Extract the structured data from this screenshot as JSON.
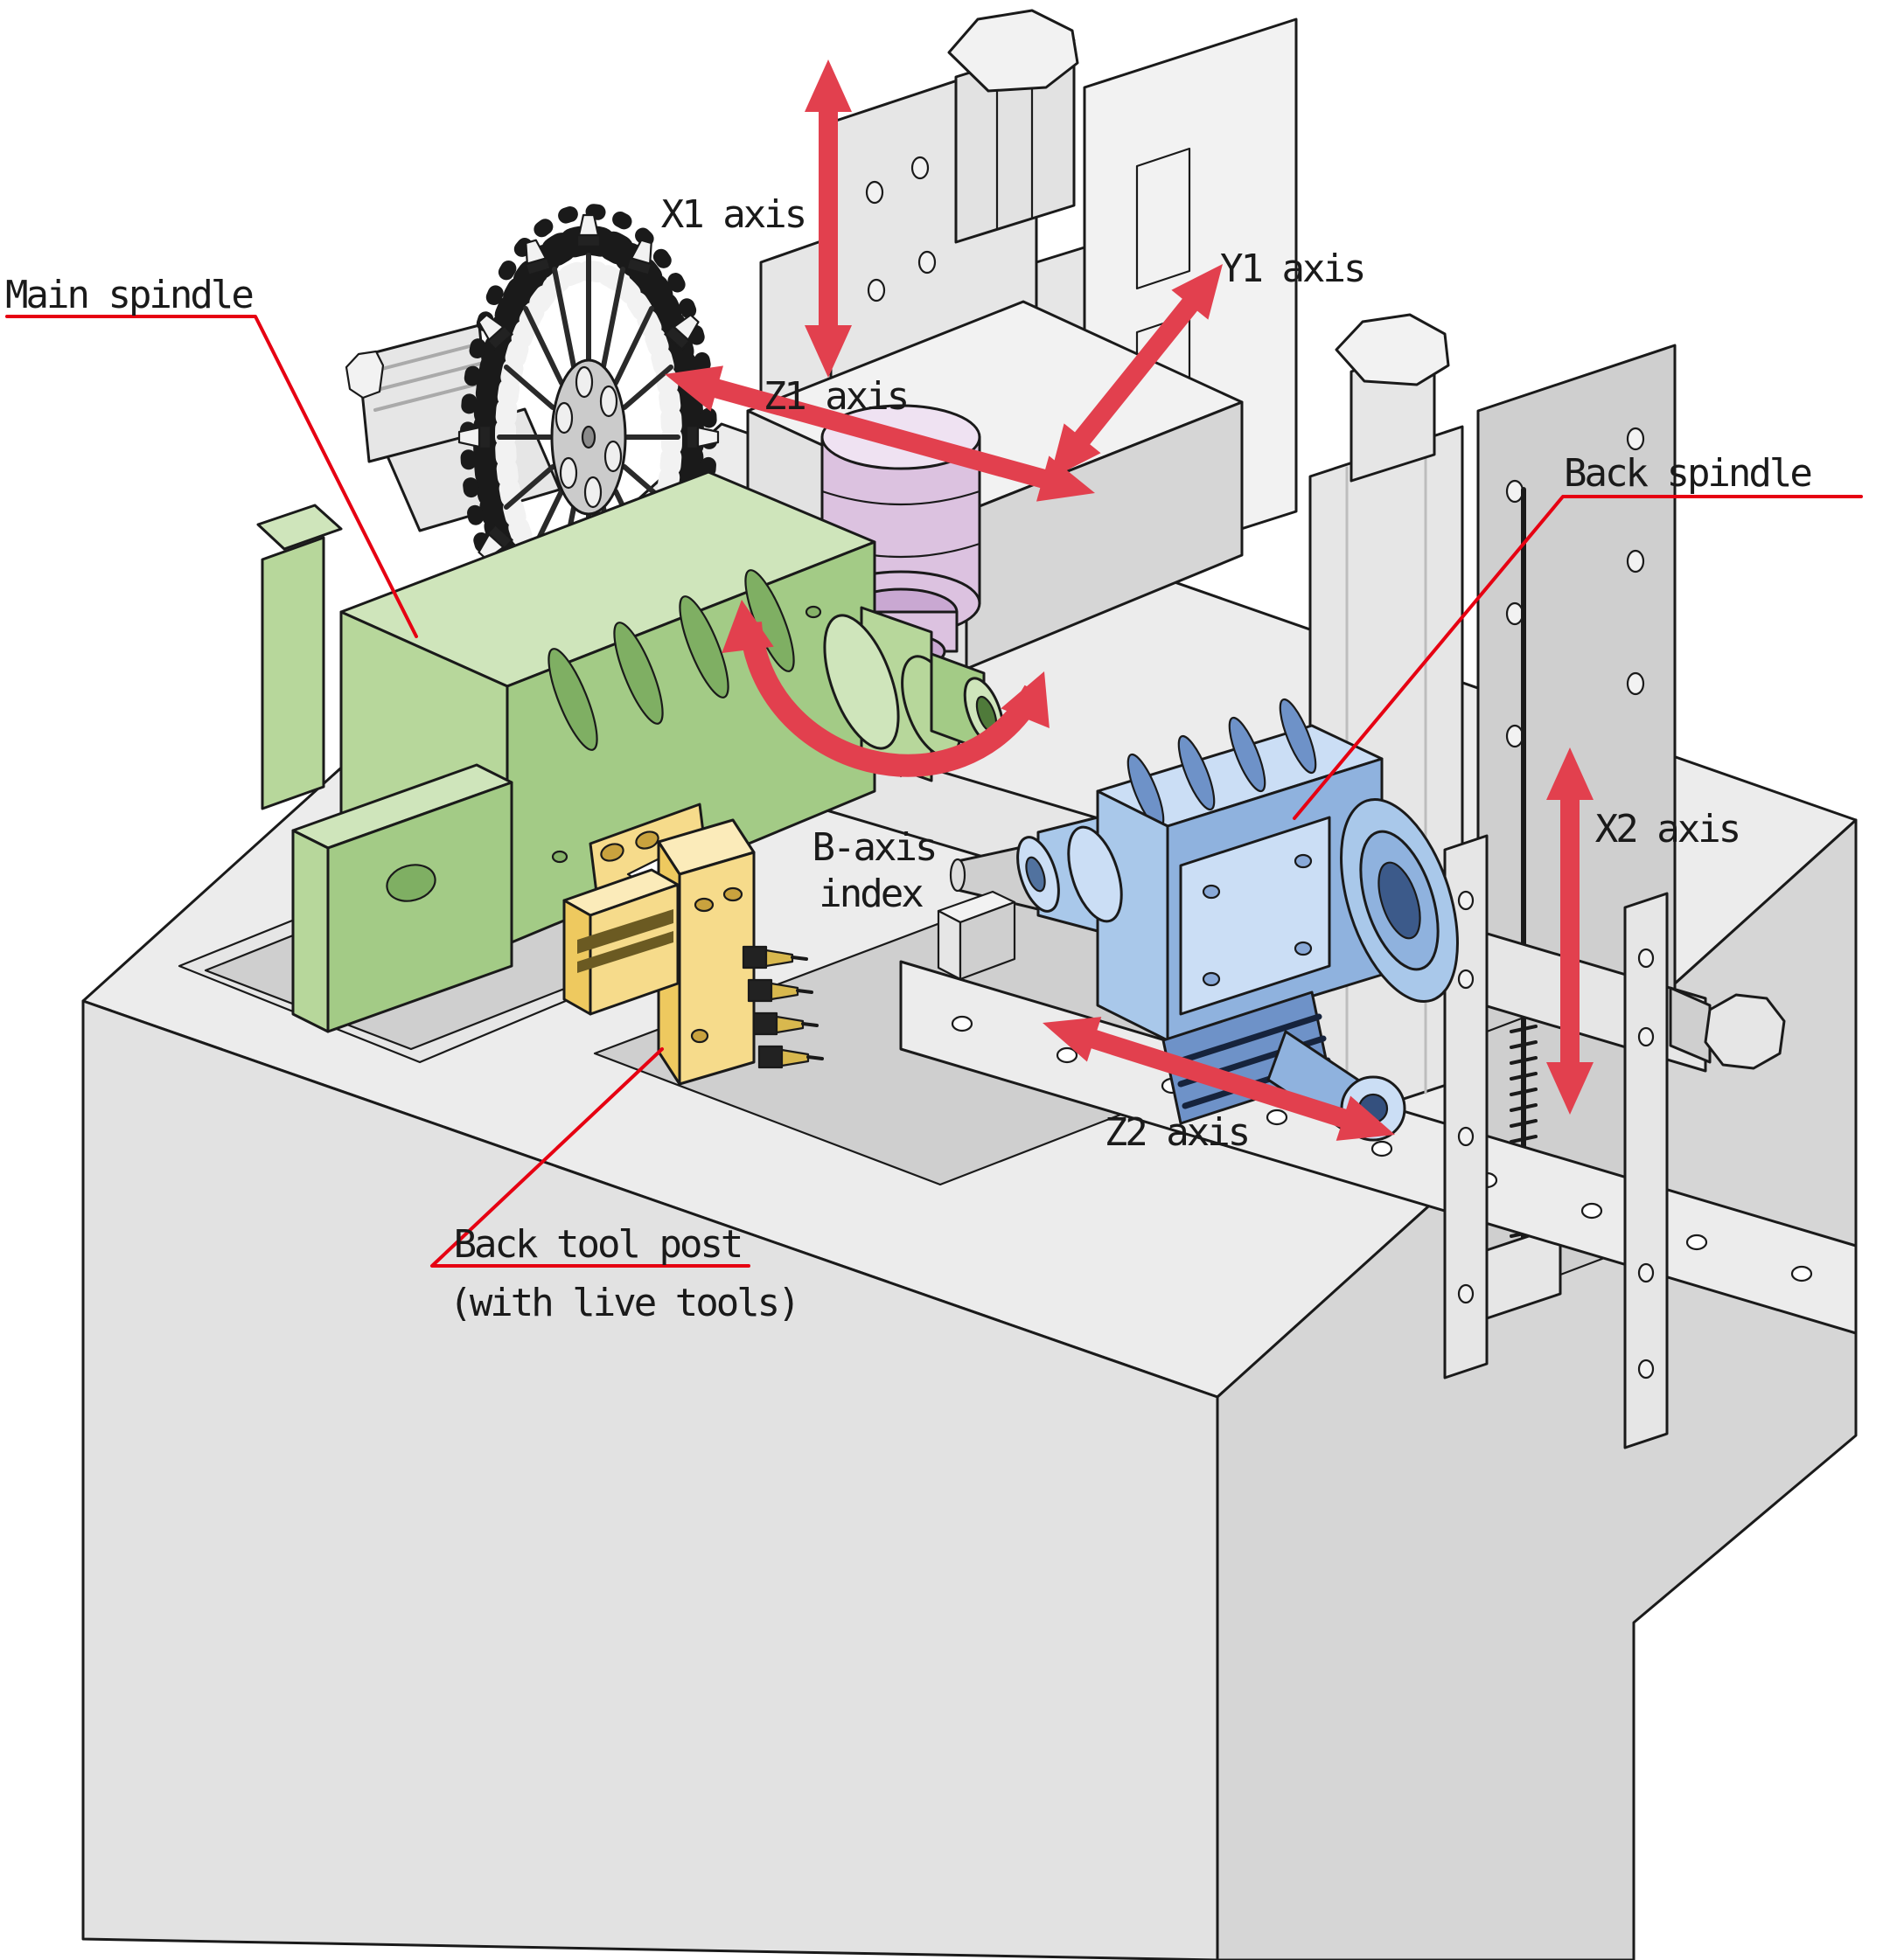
{
  "labels": {
    "main_spindle": "Main spindle",
    "x1_axis": "X1 axis",
    "y1_axis": "Y1 axis",
    "z1_axis": "Z1 axis",
    "back_spindle": "Back spindle",
    "b_axis_line1": "B-axis",
    "b_axis_line2": "index",
    "x2_axis": "X2 axis",
    "z2_axis": "Z2 axis",
    "back_tool_post_line1": "Back tool post",
    "back_tool_post_line2": "(with live tools)"
  },
  "colors": {
    "arrow_red": "#e2404e",
    "leader_red": "#e60012",
    "main_spindle_green": "#b7d79b",
    "b_axis_spindle_pink": "#dcc2e0",
    "back_tool_post_yellow": "#f6db8b",
    "back_spindle_blue": "#a9c8ea",
    "machine_gray": "#ececec",
    "outline": "#1a1a1a"
  },
  "axes": [
    {
      "axis": "X1",
      "arrow": "linear-double-headed",
      "orientation": "vertical"
    },
    {
      "axis": "Y1",
      "arrow": "linear-double-headed",
      "orientation": "diagonal"
    },
    {
      "axis": "Z1",
      "arrow": "linear-double-headed",
      "orientation": "diagonal"
    },
    {
      "axis": "B",
      "arrow": "rotary-curved",
      "orientation": "arc"
    },
    {
      "axis": "X2",
      "arrow": "linear-double-headed",
      "orientation": "vertical"
    },
    {
      "axis": "Z2",
      "arrow": "linear-double-headed",
      "orientation": "diagonal"
    }
  ],
  "components": [
    {
      "name": "main-spindle",
      "color": "#b7d79b"
    },
    {
      "name": "gang-tool-turret",
      "color": "#cbcbcb"
    },
    {
      "name": "b-axis-milling-spindle",
      "color": "#dcc2e0"
    },
    {
      "name": "back-tool-post-with-live-tools",
      "color": "#f6db8b"
    },
    {
      "name": "back-spindle",
      "color": "#a9c8ea"
    }
  ]
}
